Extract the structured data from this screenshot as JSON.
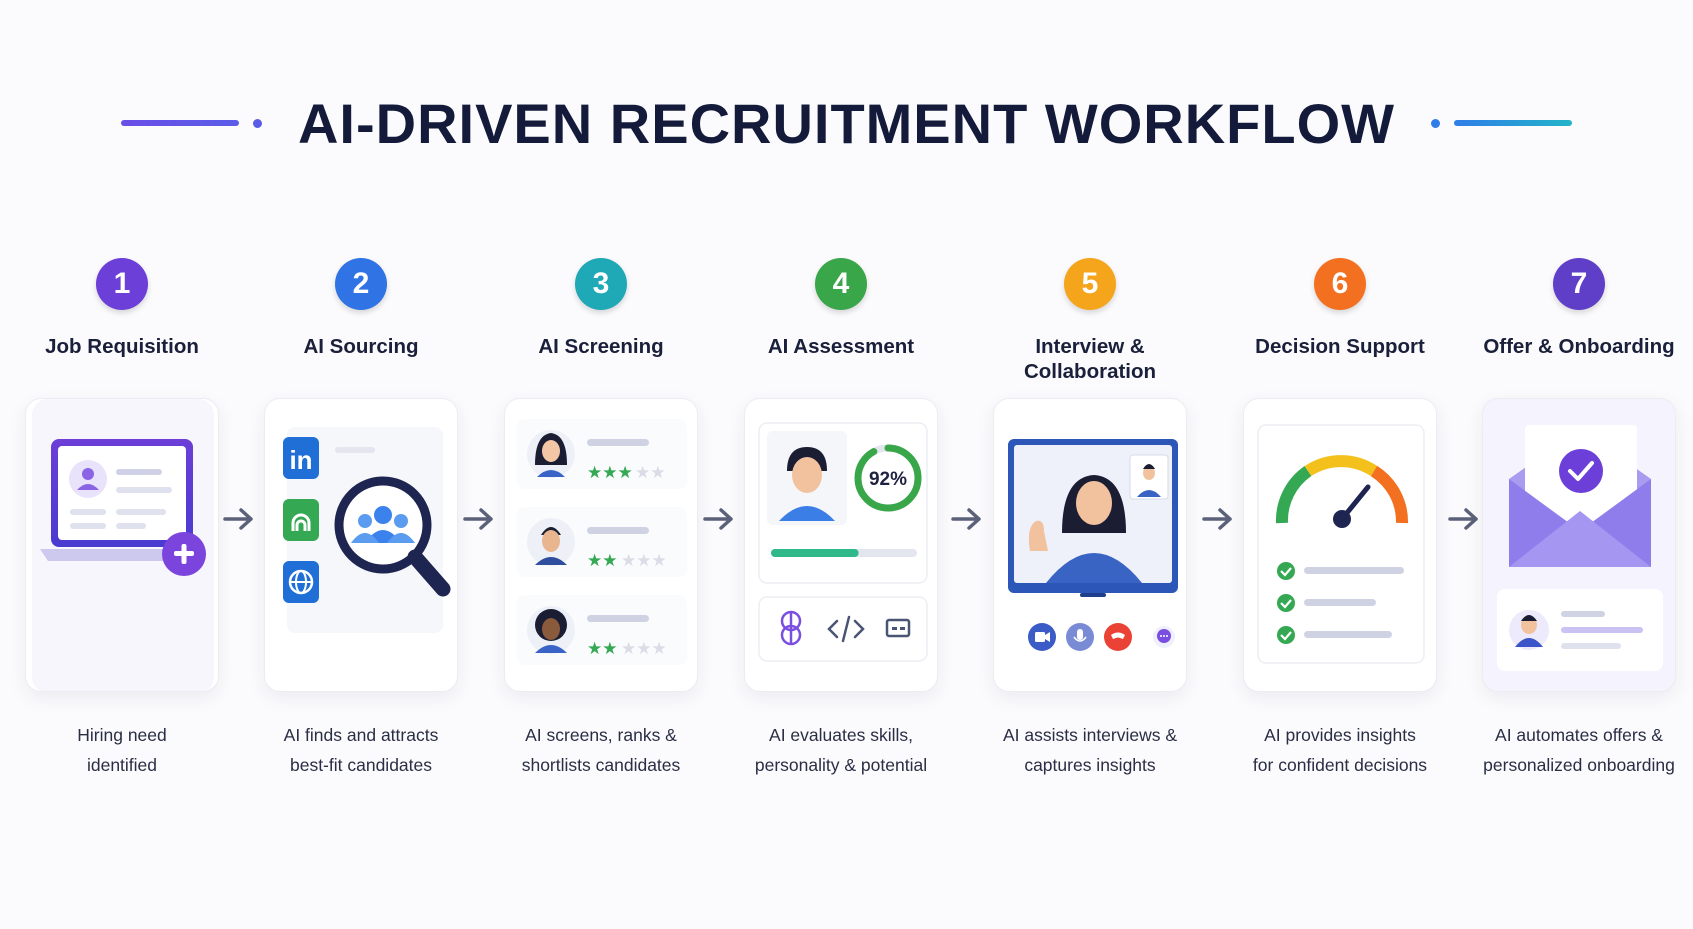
{
  "title": "AI-DRIVEN RECRUITMENT WORKFLOW",
  "colors": {
    "title_line_left": "#5a5ce8",
    "title_line_right": "#22b4c8",
    "card_bg": "#ffffff"
  },
  "steps": [
    {
      "number": "1",
      "color": "#6b3fd8",
      "label": "Job Requisition",
      "desc_line1": "Hiring need",
      "desc_line2": "identified",
      "icon": "laptop-profile-add-icon"
    },
    {
      "number": "2",
      "color": "#2f73e4",
      "label": "AI Sourcing",
      "desc_line1": "AI finds and attracts",
      "desc_line2": "best-fit candidates",
      "icon": "magnifier-people-icon"
    },
    {
      "number": "3",
      "color": "#1fa9b6",
      "label": "AI Screening",
      "desc_line1": "AI screens, ranks &",
      "desc_line2": "shortlists candidates",
      "icon": "ranked-candidates-icon"
    },
    {
      "number": "4",
      "color": "#3aa64a",
      "label": "AI Assessment",
      "desc_line1": "AI evaluates skills,",
      "desc_line2": "personality & potential",
      "icon": "assessment-score-icon",
      "score": "92%",
      "score_fraction": 0.92,
      "progress_fraction": 0.6
    },
    {
      "number": "5",
      "color": "#f4a51c",
      "label_line1": "Interview &",
      "label_line2": "Collaboration",
      "desc_line1": "AI assists interviews &",
      "desc_line2": "captures insights",
      "icon": "video-call-icon"
    },
    {
      "number": "6",
      "color": "#f2701f",
      "label": "Decision Support",
      "desc_line1": "AI provides insights",
      "desc_line2": "for confident decisions",
      "icon": "gauge-checklist-icon"
    },
    {
      "number": "7",
      "color": "#5f3ec8",
      "label": "Offer & Onboarding",
      "desc_line1": "AI automates offers &",
      "desc_line2": "personalized onboarding",
      "icon": "envelope-check-icon"
    }
  ]
}
